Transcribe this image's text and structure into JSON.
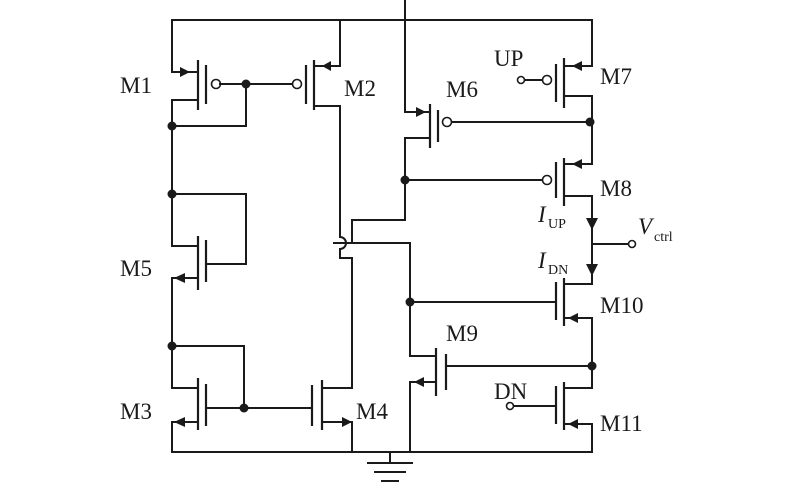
{
  "transistors": {
    "m1": "M1",
    "m2": "M2",
    "m3": "M3",
    "m4": "M4",
    "m5": "M5",
    "m6": "M6",
    "m7": "M7",
    "m8": "M8",
    "m9": "M9",
    "m10": "M10",
    "m11": "M11"
  },
  "inputs": {
    "up": "UP",
    "dn": "DN"
  },
  "currents": {
    "up": {
      "symbol": "I",
      "subscript": "UP"
    },
    "dn": {
      "symbol": "I",
      "subscript": "DN"
    }
  },
  "output": {
    "symbol": "V",
    "subscript": "ctrl"
  }
}
